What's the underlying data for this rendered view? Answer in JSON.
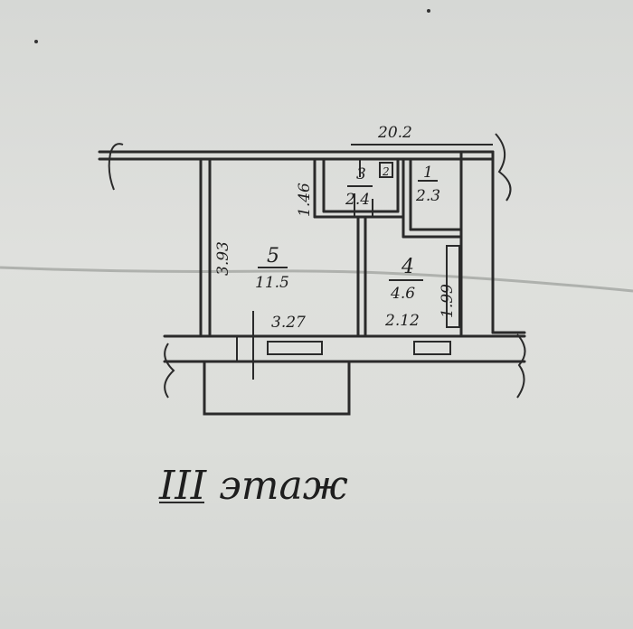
{
  "plan": {
    "floor_caption": "III этаж",
    "total_dimension": "20.2",
    "rooms": [
      {
        "number": "1",
        "area": "2.3"
      },
      {
        "number": "2",
        "area": ""
      },
      {
        "number": "3",
        "area": "2.4"
      },
      {
        "number": "4",
        "area": "4.6"
      },
      {
        "number": "5",
        "area": "11.5"
      }
    ],
    "dimensions": {
      "room5_height": "3.93",
      "room5_width": "3.27",
      "room3_height": "1.46",
      "room4_width": "2.12",
      "room4_height": "1.99"
    }
  }
}
